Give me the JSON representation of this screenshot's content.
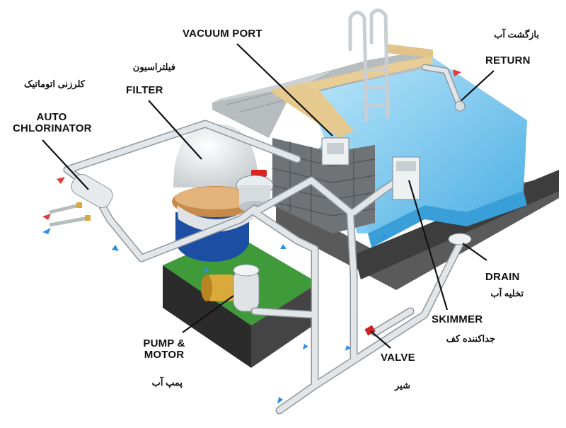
{
  "labels": {
    "auto_chlorinator": {
      "en_line1": "AUTO",
      "en_line2": "CHLORINATOR",
      "fa": "کلرزنی اتوماتیک"
    },
    "filter": {
      "en": "FILTER",
      "fa": "فیلتراسیون"
    },
    "vacuum_port": {
      "en": "VACUUM PORT"
    },
    "return": {
      "en": "RETURN",
      "fa": "بازگشت آب"
    },
    "pump_motor": {
      "en_line1": "PUMP &",
      "en_line2": "MOTOR",
      "fa": "پمپ آب"
    },
    "valve": {
      "en": "VALVE",
      "fa": "شیر"
    },
    "skimmer": {
      "en": "SKIMMER",
      "fa": "جداکننده کف"
    },
    "drain": {
      "en": "DRAIN",
      "fa": "تخلیه آب"
    }
  },
  "colors": {
    "pipe": "#d9dee2",
    "pipe_edge": "#8e979e",
    "water": "#8fd3f2",
    "water_deep": "#4fb3e6",
    "concrete": "#4c4c4c",
    "pool_deck": "#9aa0a4",
    "coping": "#e2c48a",
    "pump_base": "#3f9a3a",
    "flow_arrow_blue": "#2f8fe0",
    "flow_arrow_red": "#e03a3a"
  }
}
